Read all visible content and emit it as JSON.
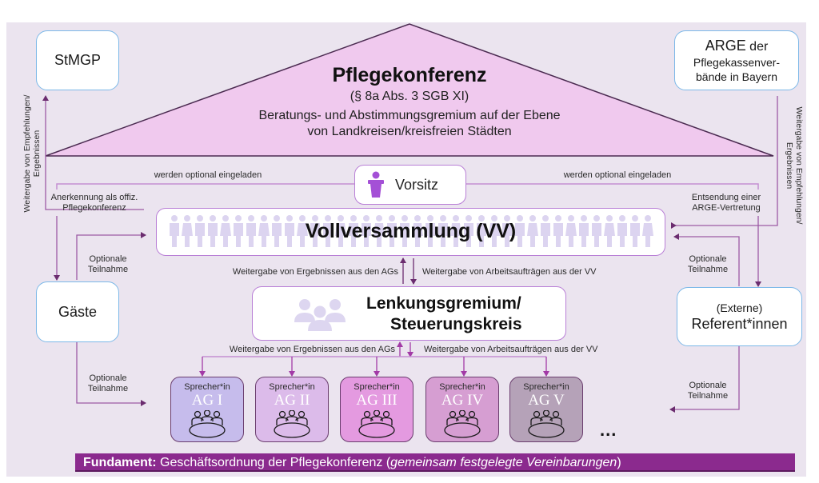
{
  "title_block": {
    "title": "Pflegekonferenz",
    "law_ref": "(§ 8a Abs. 3 SGB XI)",
    "desc_line1": "Beratungs- und Abstimmungsgremium auf der Ebene",
    "desc_line2": "von Landkreisen/kreisfreien Städten"
  },
  "stmgp": {
    "label": "StMGP"
  },
  "arge": {
    "label_bold": "ARGE",
    "label_rest": " der",
    "line2": "Pflegekassenver-",
    "line3": "bände in Bayern"
  },
  "side_left": {
    "line1": "Weitergabe von Empfehlungen/",
    "line2": "Ergebnissen"
  },
  "side_right": {
    "line1": "Weitergabe von Empfehlungen/",
    "line2": "Ergebnissen"
  },
  "invited_left": "werden optional eingeladen",
  "invited_right": "werden optional eingeladen",
  "vorsitz": {
    "label": "Vorsitz",
    "icon": "podium-icon"
  },
  "recognition": {
    "line1": "Anerkennung als offiz.",
    "line2": "Pflegekonferenz"
  },
  "arge_delegation": {
    "line1": "Entsendung einer",
    "line2": "ARGE-Vertretung"
  },
  "vv": {
    "label": "Vollversammlung (VV)",
    "icon": "people-row-icon"
  },
  "optional_participation": {
    "line1": "Optionale",
    "line2": "Teilnahme"
  },
  "vv_flow": {
    "up": "Weitergabe von Ergebnissen aus den AGs",
    "down": "Weitergabe von Arbeitsaufträgen aus der VV"
  },
  "steering": {
    "line1": "Lenkungsgremium/",
    "line2": "Steuerungskreis",
    "icon": "group-icon"
  },
  "steering_flow": {
    "up": "Weitergabe von Ergebnissen aus den AGs",
    "down": "Weitergabe von Arbeitsaufträgen aus der VV"
  },
  "guests": {
    "label": "Gäste"
  },
  "speakers": {
    "line1": "(Externe)",
    "line2": "Referent*innen"
  },
  "working_groups": [
    {
      "role": "Sprecher*in",
      "name": "AG I",
      "color": "#c6bcec"
    },
    {
      "role": "Sprecher*in",
      "name": "AG II",
      "color": "#dcbbea"
    },
    {
      "role": "Sprecher*in",
      "name": "AG III",
      "color": "#e49ae0"
    },
    {
      "role": "Sprecher*in",
      "name": "AG IV",
      "color": "#d69ed2"
    },
    {
      "role": "Sprecher*in",
      "name": "AG V",
      "color": "#b5a2b8"
    }
  ],
  "more": "...",
  "foundation": {
    "bold": "Fundament:",
    "text": " Geschäftsordnung der Pflegekonferenz (",
    "italic": "gemeinsam festgelegte Vereinbarungen",
    "end": ")"
  },
  "colors": {
    "accent": "#8b2a8e",
    "roof": "#f0c9ee",
    "line": "#9c5aa5",
    "background": "#ebe4ef"
  }
}
